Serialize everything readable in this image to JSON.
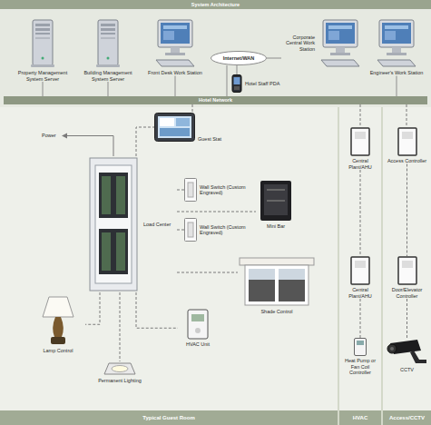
{
  "diagram": {
    "title": "System Architecture",
    "nodes": [
      {
        "text": [
          "Property Management System Server"
        ]
      },
      {
        "text": [
          "Building Management System Server"
        ]
      },
      {
        "text": [
          "Front Desk Work Station"
        ]
      },
      {
        "text": [
          "Internet/WAN"
        ]
      },
      {
        "text": [
          "Corporate Central Work Station"
        ]
      },
      {
        "text": [
          "Hotel Staff PDA"
        ]
      },
      {
        "text": [
          "Engineer's Work Station"
        ]
      },
      {
        "text": [
          "Hotel Network"
        ]
      },
      {
        "text": [
          "Typical Guest Room"
        ]
      },
      {
        "text": [
          "Guest Stat"
        ],
        "in": 8
      },
      {
        "text": [
          "Load Center"
        ],
        "in": 8
      },
      {
        "text": [
          "Wall Switch (Custom Engraved)"
        ],
        "in": 8
      },
      {
        "text": [
          "Wall Switch (Custom Engraved)"
        ],
        "in": 8
      },
      {
        "text": [
          "Mini Bar"
        ],
        "in": 8
      },
      {
        "text": [
          "Shade Control"
        ],
        "in": 8
      },
      {
        "text": [
          "HVAC Unit"
        ],
        "in": 8
      },
      {
        "text": [
          "Lamp Control"
        ],
        "in": 8
      },
      {
        "text": [
          "Permanent Lighting"
        ],
        "in": 8
      },
      {
        "text": [
          "HVAC"
        ]
      },
      {
        "text": [
          "Central Plant/AHU"
        ],
        "in": 18
      },
      {
        "text": [
          "Central Plant/AHU"
        ],
        "in": 18
      },
      {
        "text": [
          "Heat Pump or Fan Coil Controller"
        ],
        "in": 18
      },
      {
        "text": [
          "Access/CCTV"
        ]
      },
      {
        "text": [
          "Access Controller"
        ],
        "in": 22
      },
      {
        "text": [
          "Door/Elevator Controller"
        ],
        "in": 22
      },
      {
        "text": [
          "CCTV"
        ],
        "in": 22
      }
    ],
    "edges": [
      {
        "from": 0,
        "to": 7,
        "arrow": "none"
      },
      {
        "from": 1,
        "to": 7,
        "arrow": "none"
      },
      {
        "from": 2,
        "to": 7,
        "arrow": "none"
      },
      {
        "from": 3,
        "to": 4,
        "arrow": "none"
      },
      {
        "from": 3,
        "to": 5,
        "arrow": "none"
      },
      {
        "from": 3,
        "to": 7,
        "arrow": "none"
      },
      {
        "from": 6,
        "to": 7,
        "arrow": "none"
      },
      {
        "from": 7,
        "to": 9,
        "arrow": "none"
      },
      {
        "from": 10,
        "to": 9,
        "arrow": "none"
      },
      {
        "from": 10,
        "to": 11,
        "arrow": "none"
      },
      {
        "from": 10,
        "to": 12,
        "arrow": "none"
      },
      {
        "from": 10,
        "to": 13,
        "arrow": "none"
      },
      {
        "from": 10,
        "to": 14,
        "arrow": "none"
      },
      {
        "from": 10,
        "to": 15,
        "arrow": "none"
      },
      {
        "from": 10,
        "to": 16,
        "arrow": "none"
      },
      {
        "from": 10,
        "to": 17,
        "arrow": "none"
      },
      {
        "from": 7,
        "to": 19,
        "arrow": "none"
      },
      {
        "from": 19,
        "to": 20,
        "arrow": "none"
      },
      {
        "from": 20,
        "to": 21,
        "arrow": "none"
      },
      {
        "from": 7,
        "to": 23,
        "arrow": "none"
      },
      {
        "from": 23,
        "to": 24,
        "arrow": "none"
      },
      {
        "from": 24,
        "to": 25,
        "arrow": "none"
      }
    ],
    "labels": [
      "Power"
    ]
  }
}
